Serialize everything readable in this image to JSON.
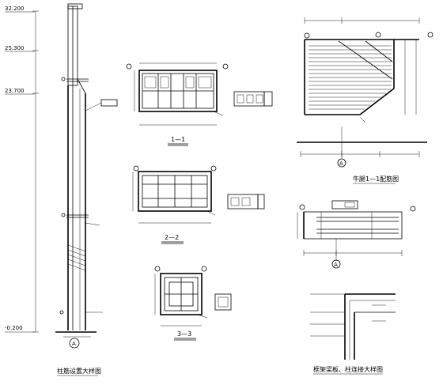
{
  "column": {
    "elev_top": "32.200",
    "elev_upper": "25.300",
    "elev_mid": "23.700",
    "elev_bottom": "-0.200",
    "axis_tag": "A",
    "title": "柱筋设置大样图"
  },
  "sections": {
    "s11_title": "1—1",
    "s22_title": "2—2",
    "s33_title": "3—3"
  },
  "corbel": {
    "plan_title": "牛腿1—1配筋图",
    "axis_tag": "A"
  },
  "beam_detail": {
    "axis_tag": "A"
  },
  "node": {
    "title": "框架梁板、柱连接大样图"
  }
}
